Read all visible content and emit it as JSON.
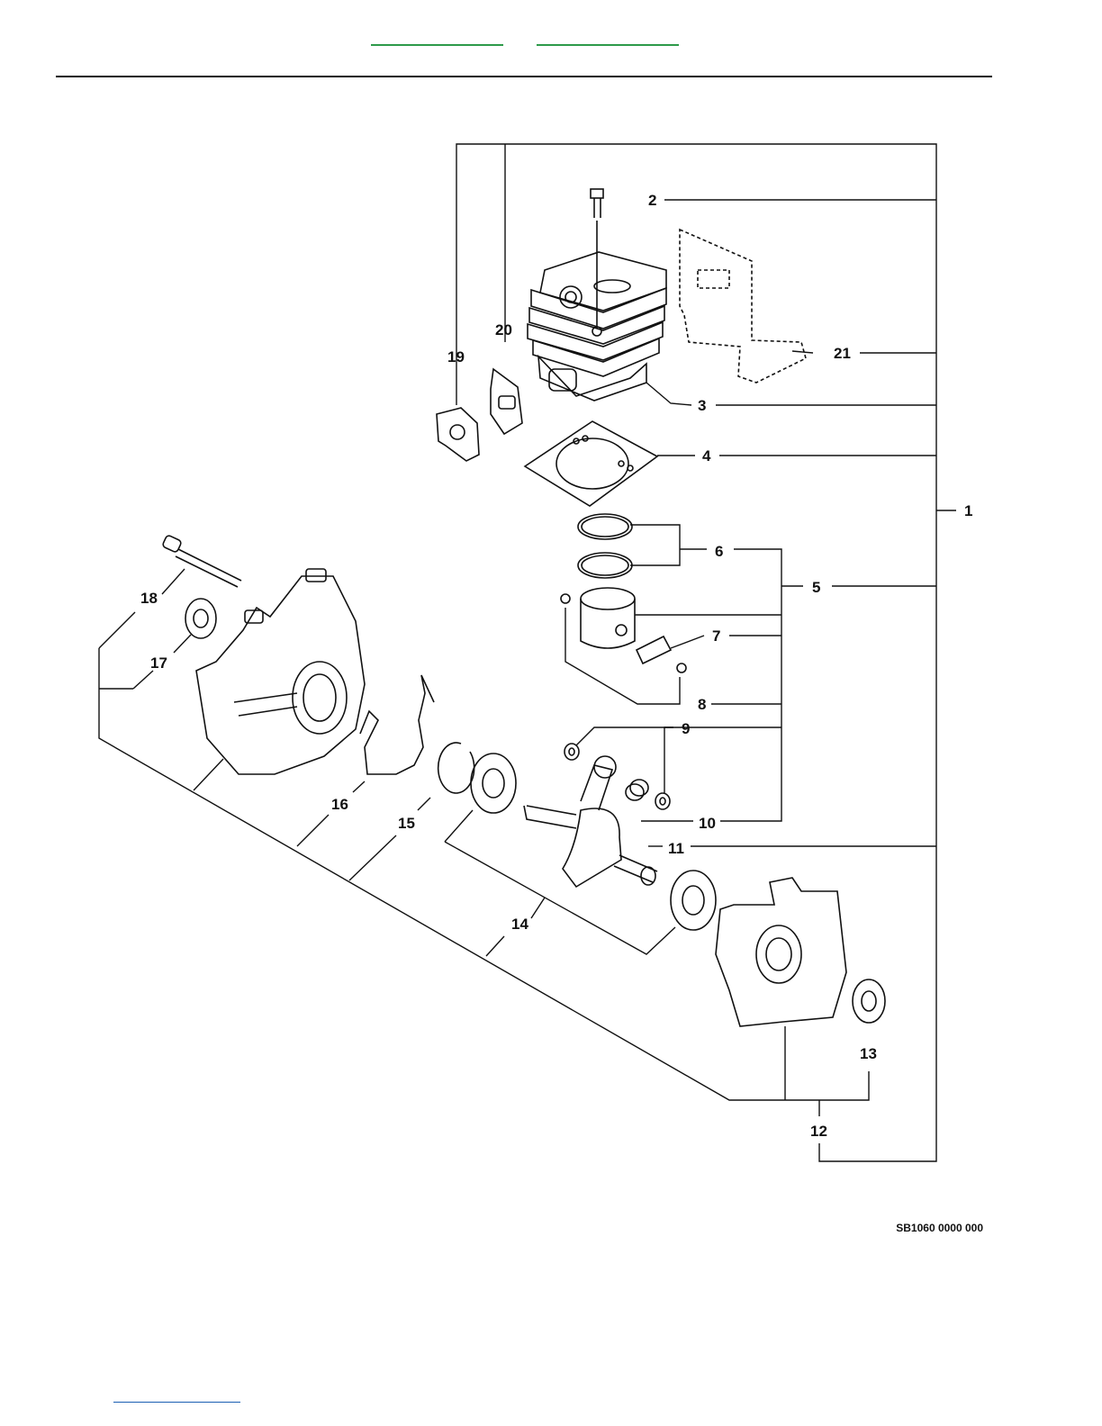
{
  "callouts": {
    "c1": "1",
    "c2": "2",
    "c3": "3",
    "c4": "4",
    "c5": "5",
    "c6": "6",
    "c7": "7",
    "c8": "8",
    "c9": "9",
    "c10": "10",
    "c11": "11",
    "c12": "12",
    "c13": "13",
    "c14": "14",
    "c15": "15",
    "c16": "16",
    "c17": "17",
    "c18": "18",
    "c19": "19",
    "c20": "20",
    "c21": "21"
  },
  "figure_code": "SB1060 0000 000",
  "colors": {
    "nav_link": "#2e9a4a",
    "footer_link": "#1b5fb3",
    "ink": "#111111"
  }
}
